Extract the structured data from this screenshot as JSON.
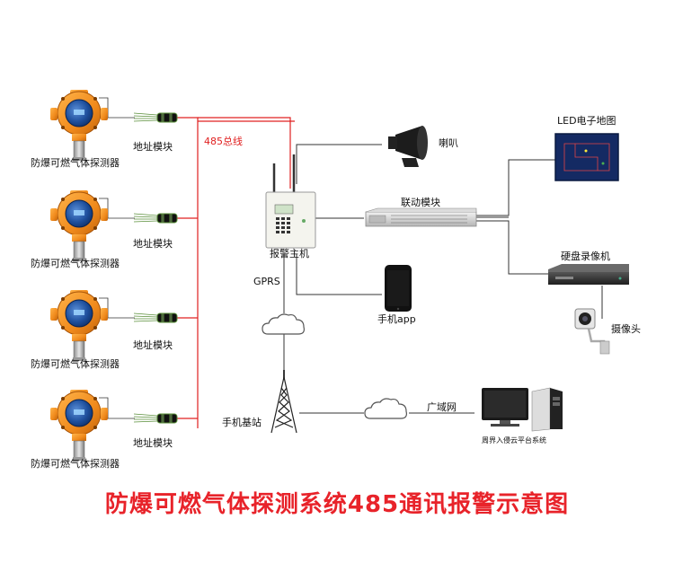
{
  "detectors": [
    {
      "label": "防爆可燃气体探测器",
      "module_label": "地址模块"
    },
    {
      "label": "防爆可燃气体探测器",
      "module_label": "地址模块"
    },
    {
      "label": "防爆可燃气体探测器",
      "module_label": "地址模块"
    },
    {
      "label": "防爆可燃气体探测器",
      "module_label": "地址模块"
    }
  ],
  "bus_label": "485总线",
  "host_label": "报警主机",
  "horn_label": "喇叭",
  "linkage_label": "联动模块",
  "led_map_label": "LED电子地图",
  "dvr_label": "硬盘录像机",
  "camera_label": "摄像头",
  "phone_app_label": "手机app",
  "gprs_label": "GPRS",
  "base_station_label": "手机基站",
  "wan_label": "广域网",
  "cloud_platform_label": "周界入侵云平台系统",
  "title": "防爆可燃气体探测系统485通讯报警示意图",
  "colors": {
    "bus_red": "#e02020",
    "title_red": "#e8232a",
    "detector_orange": "#f08a1c",
    "detector_blue": "#1e4f9c",
    "line_dark": "#333333"
  }
}
